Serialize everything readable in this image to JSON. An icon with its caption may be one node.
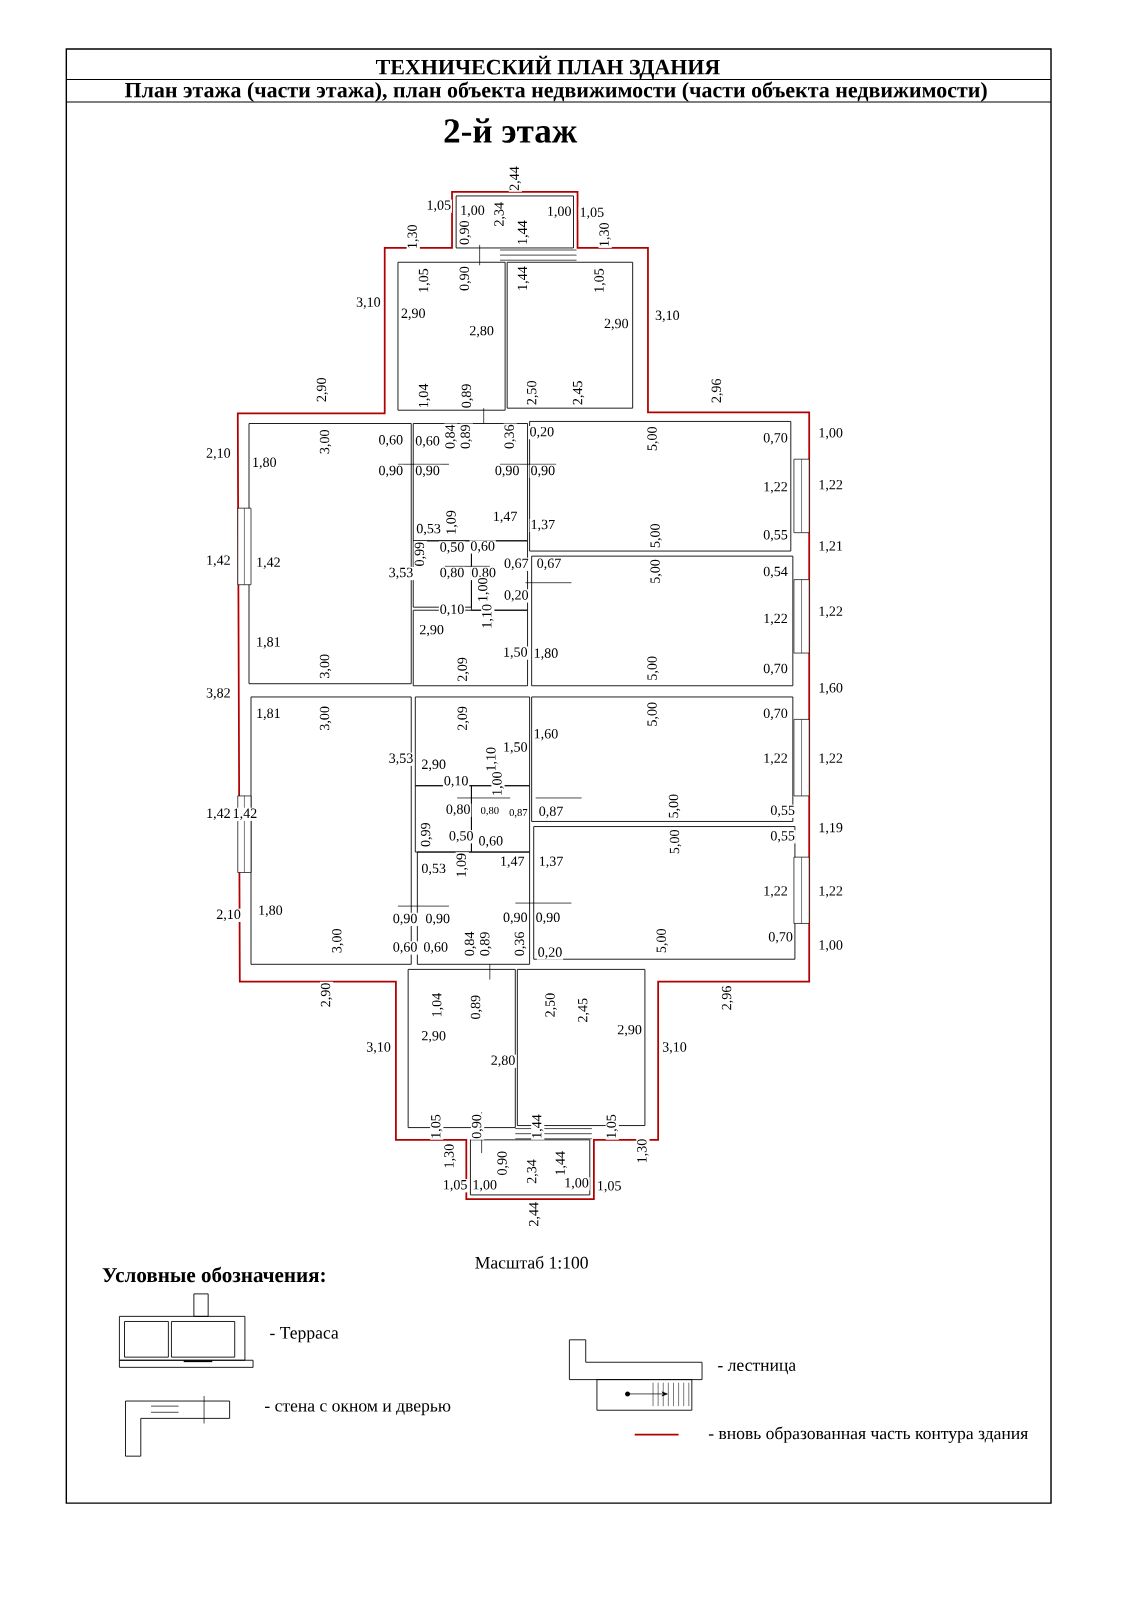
{
  "diagram": {
    "title": "ТЕХНИЧЕСКИЙ ПЛАН ЗДАНИЯ",
    "labels": [
      "План этажа (части этажа), план объекта недвижимости (части объекта недвижимости)",
      "2-й этаж",
      "2,44",
      "1,05",
      "1,00",
      "2,34",
      "1,00",
      "1,05",
      "1,30",
      "0,90",
      "1,44",
      "1,30",
      "3,10",
      "1,05",
      "0,90",
      "1,44",
      "1,05",
      "2,90",
      "2,80",
      "2,90",
      "3,10",
      "2,90",
      "1,04",
      "0,89",
      "2,50",
      "2,45",
      "2,96",
      "2,10",
      "1,80",
      "3,00",
      "0,60",
      "0,60",
      "0,84",
      "0,89",
      "0,36",
      "0,20",
      "5,00",
      "0,70",
      "1,00",
      "0,90",
      "0,90",
      "0,90",
      "0,90",
      "1,22",
      "1,22",
      "0,53",
      "1,09",
      "1,47",
      "1,37",
      "5,00",
      "0,55",
      "1,21",
      "0,99",
      "0,50",
      "0,60",
      "1,42",
      "1,42",
      "3,53",
      "0,80",
      "0,80",
      "0,67",
      "0,67",
      "5,00",
      "0,54",
      "1,00",
      "0,20",
      "0,10",
      "1,10",
      "1,22",
      "1,22",
      "2,90",
      "1,81",
      "1,50",
      "1,80",
      "3,00",
      "2,09",
      "5,00",
      "0,70",
      "3,82",
      "1,60",
      "1,81",
      "3,00",
      "2,09",
      "5,00",
      "0,70",
      "1,60",
      "1,50",
      "1,10",
      "3,53",
      "2,90",
      "1,22",
      "1,22",
      "0,10",
      "1,00",
      "1,42",
      "1,42",
      "0,80",
      "0,80",
      "0,87",
      "0,87",
      "5,00",
      "0,55",
      "1,19",
      "0,99",
      "0,50",
      "0,60",
      "5,00",
      "0,55",
      "0,53",
      "1,09",
      "1,47",
      "1,37",
      "1,22",
      "1,22",
      "2,10",
      "1,80",
      "0,90",
      "0,90",
      "0,90",
      "0,90",
      "3,00",
      "0,60",
      "0,60",
      "0,84",
      "0,89",
      "0,36",
      "0,20",
      "5,00",
      "0,70",
      "1,00",
      "2,90",
      "1,04",
      "0,89",
      "2,50",
      "2,45",
      "2,96",
      "2,90",
      "2,90",
      "3,10",
      "3,10",
      "2,80",
      "1,05",
      "0,90",
      "1,44",
      "1,05",
      "1,30",
      "0,90",
      "1,44",
      "1,30",
      "2,34",
      "1,05",
      "1,00",
      "1,00",
      "1,05",
      "2,44",
      "Масштаб 1:100",
      "Условные обозначения:"
    ],
    "legend": [
      {
        "text": "- Терраса"
      },
      {
        "text": "- лестница"
      },
      {
        "text": "- стена с окном и дверью"
      },
      {
        "text": "- вновь образованная часть контура здания"
      }
    ]
  }
}
